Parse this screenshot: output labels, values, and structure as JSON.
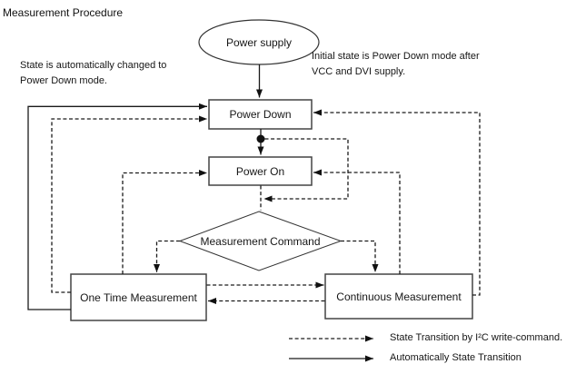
{
  "title": "Measurement Procedure",
  "nodes": {
    "power_supply": "Power supply",
    "power_down": "Power Down",
    "power_on": "Power On",
    "measurement_command": "Measurement Command",
    "one_time": "One Time Measurement",
    "continuous": "Continuous Measurement"
  },
  "annotations": {
    "left": {
      "line1": "State is automatically changed to",
      "line2": "Power Down mode."
    },
    "right": {
      "line1": "Initial state is Power Down mode after",
      "line2": "VCC and DVI supply."
    }
  },
  "legend": {
    "dashed_label": "State Transition by I²C write-command.",
    "solid_label": "Automatically State Transition"
  },
  "edges": [
    {
      "from": "power_supply",
      "to": "power_down",
      "style": "solid"
    },
    {
      "from": "power_down",
      "to": "power_on",
      "style": "solid"
    },
    {
      "from": "one_time",
      "to": "power_down",
      "style": "solid"
    },
    {
      "from": "one_time",
      "to": "power_down",
      "style": "dashed"
    },
    {
      "from": "one_time",
      "to": "power_on",
      "style": "dashed"
    },
    {
      "from": "power_down",
      "to": "measurement_command",
      "style": "dashed"
    },
    {
      "from": "power_on",
      "to": "measurement_command",
      "style": "dashed"
    },
    {
      "from": "measurement_command",
      "to": "one_time",
      "style": "dashed"
    },
    {
      "from": "measurement_command",
      "to": "continuous",
      "style": "dashed"
    },
    {
      "from": "one_time",
      "to": "continuous",
      "style": "dashed"
    },
    {
      "from": "continuous",
      "to": "one_time",
      "style": "dashed"
    },
    {
      "from": "continuous",
      "to": "power_on",
      "style": "dashed"
    },
    {
      "from": "continuous",
      "to": "power_down",
      "style": "dashed"
    }
  ],
  "colors": {
    "background": "#ffffff",
    "line": "#1a1a1a",
    "box_border": "#444444",
    "text": "#161616"
  }
}
